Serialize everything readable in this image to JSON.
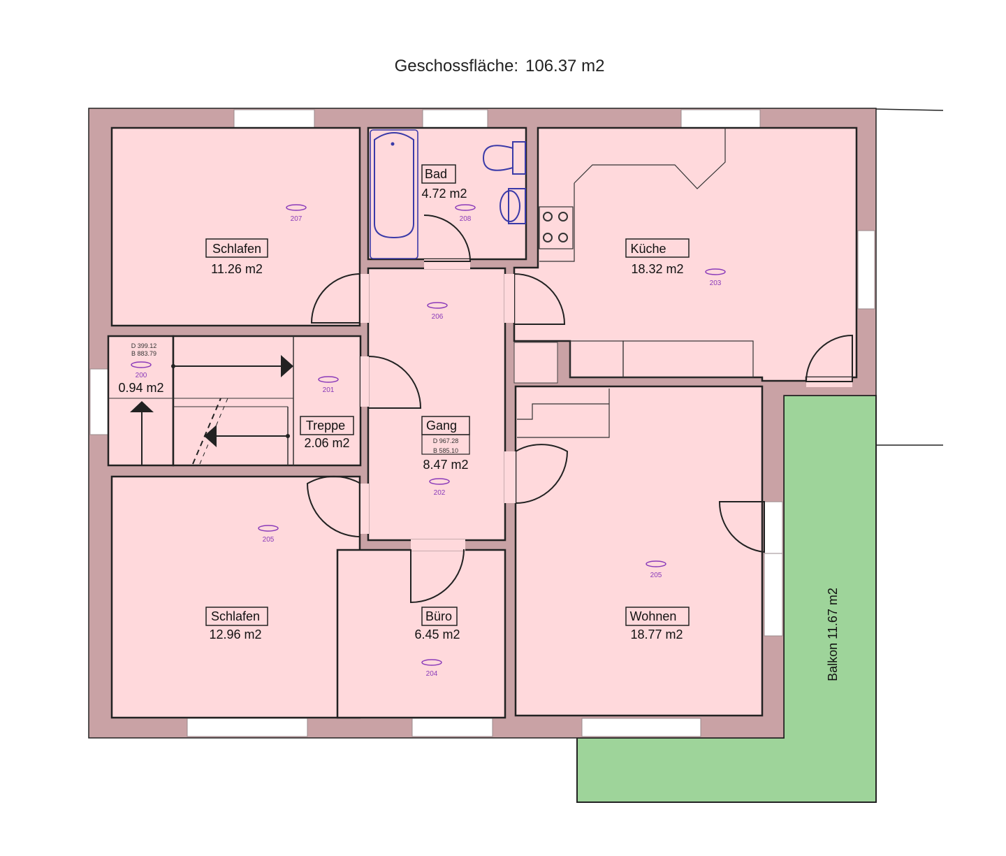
{
  "plan": {
    "title_label": "Geschossfläche:",
    "title_value": "106.37 m2",
    "rooms": [
      {
        "name": "Schlafen",
        "area": "11.26 m2",
        "marker": "207"
      },
      {
        "name": "Bad",
        "area": "4.72 m2",
        "marker": "208"
      },
      {
        "name": "Küche",
        "area": "18.32 m2",
        "marker": "203"
      },
      {
        "name": "",
        "area": "0.94 m2",
        "marker": "200"
      },
      {
        "name": "Treppe",
        "area": "2.06 m2",
        "marker": "201"
      },
      {
        "name": "Gang",
        "area": "8.47 m2",
        "marker": "202"
      },
      {
        "name": "Schlafen",
        "area": "12.96 m2",
        "marker": "205"
      },
      {
        "name": "Büro",
        "area": "6.45 m2",
        "marker": "204"
      },
      {
        "name": "Wohnen",
        "area": "18.77 m2",
        "marker": "205"
      }
    ],
    "hall_marker": "206",
    "gang_codes": [
      "D 967.28",
      "B 585.10"
    ],
    "stair_codes": [
      "D 399.12",
      "B 883.79"
    ],
    "balcony": "Balkon 11.67 m2"
  },
  "colors": {
    "room_fill": "#ffd9dc",
    "wall_fill": "#c9a2a5",
    "balcony_fill": "#9ed49a",
    "marker": "#8a3ab9",
    "fixture": "#3a3aa8"
  }
}
